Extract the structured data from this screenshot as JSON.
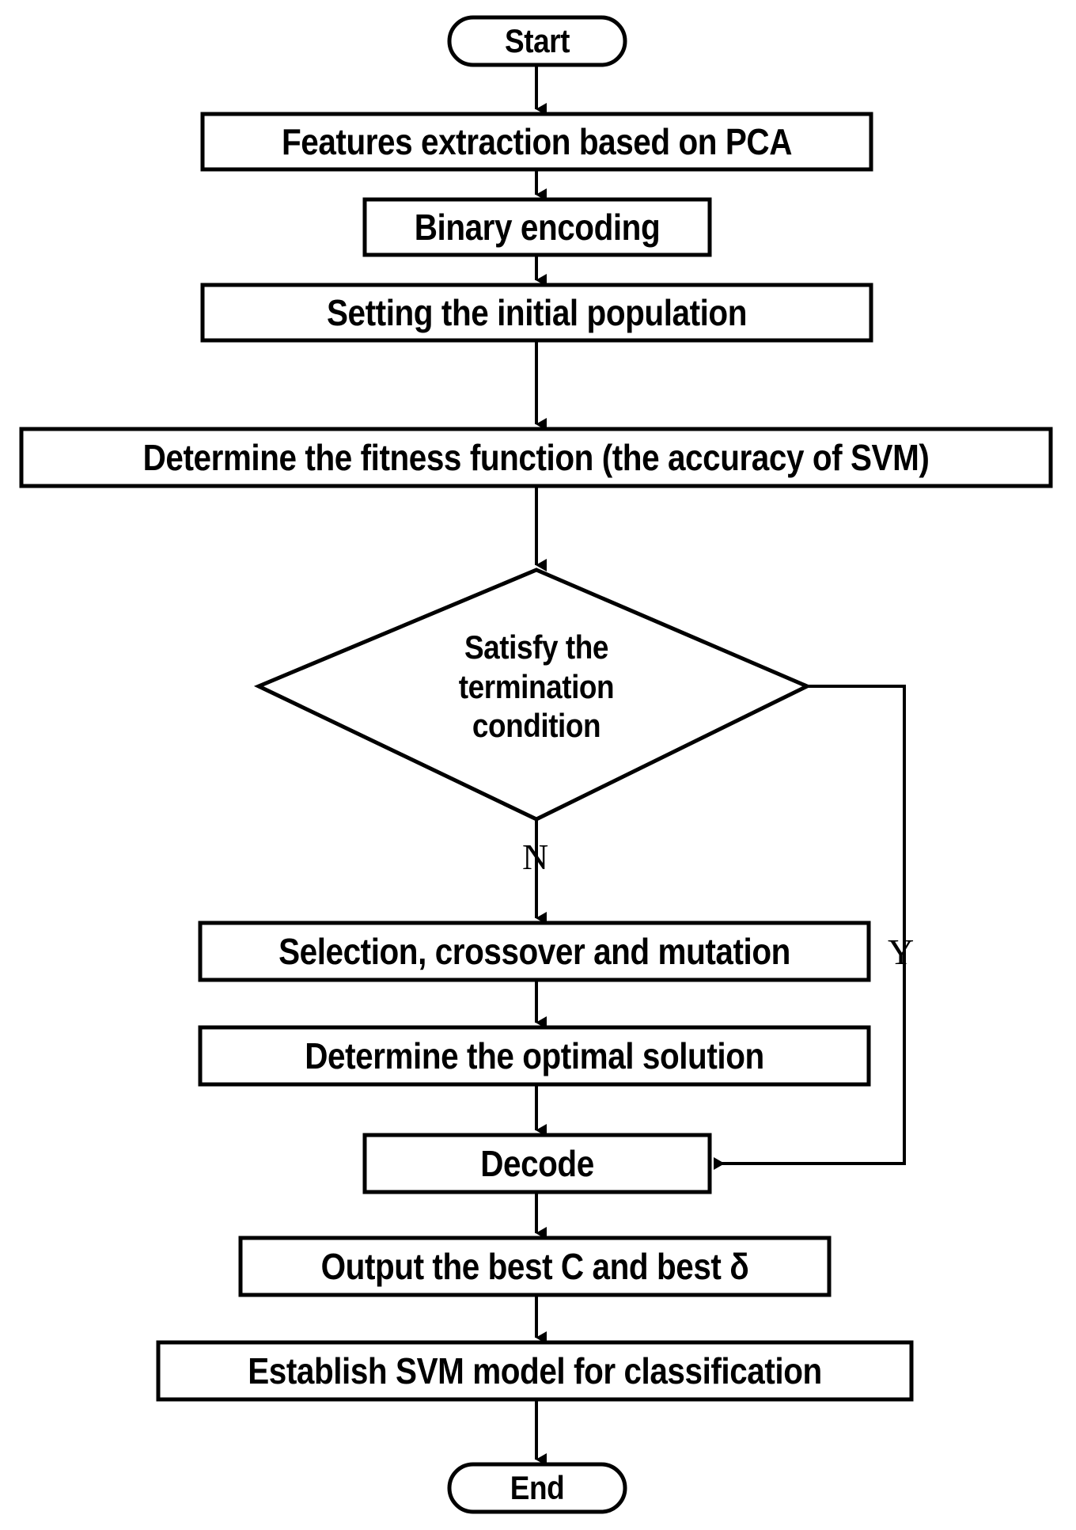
{
  "diagram": {
    "title": "GA-SVM parameter optimization flowchart",
    "colors": {
      "stroke": "#000000",
      "fill": "#ffffff",
      "text": "#000000"
    },
    "nodes": {
      "start": {
        "label": "Start",
        "shape": "terminator"
      },
      "features": {
        "label": "Features extraction based on PCA",
        "shape": "process"
      },
      "encoding": {
        "label": "Binary encoding",
        "shape": "process"
      },
      "population": {
        "label": "Setting the initial population",
        "shape": "process"
      },
      "fitness": {
        "label": "Determine the fitness function (the accuracy of SVM)",
        "shape": "process"
      },
      "decision": {
        "shape": "decision",
        "line1": "Satisfy the",
        "line2": "termination",
        "line3": "condition"
      },
      "gaops": {
        "label": "Selection, crossover and mutation",
        "shape": "process"
      },
      "optimal": {
        "label": "Determine the optimal solution",
        "shape": "process"
      },
      "decode": {
        "label": "Decode",
        "shape": "process"
      },
      "output": {
        "label": "Output the best C and best δ",
        "shape": "process"
      },
      "establish": {
        "label": "Establish SVM model for classification",
        "shape": "process"
      },
      "end": {
        "label": "End",
        "shape": "terminator"
      }
    },
    "edge_labels": {
      "no": "N",
      "yes": "Y"
    }
  }
}
